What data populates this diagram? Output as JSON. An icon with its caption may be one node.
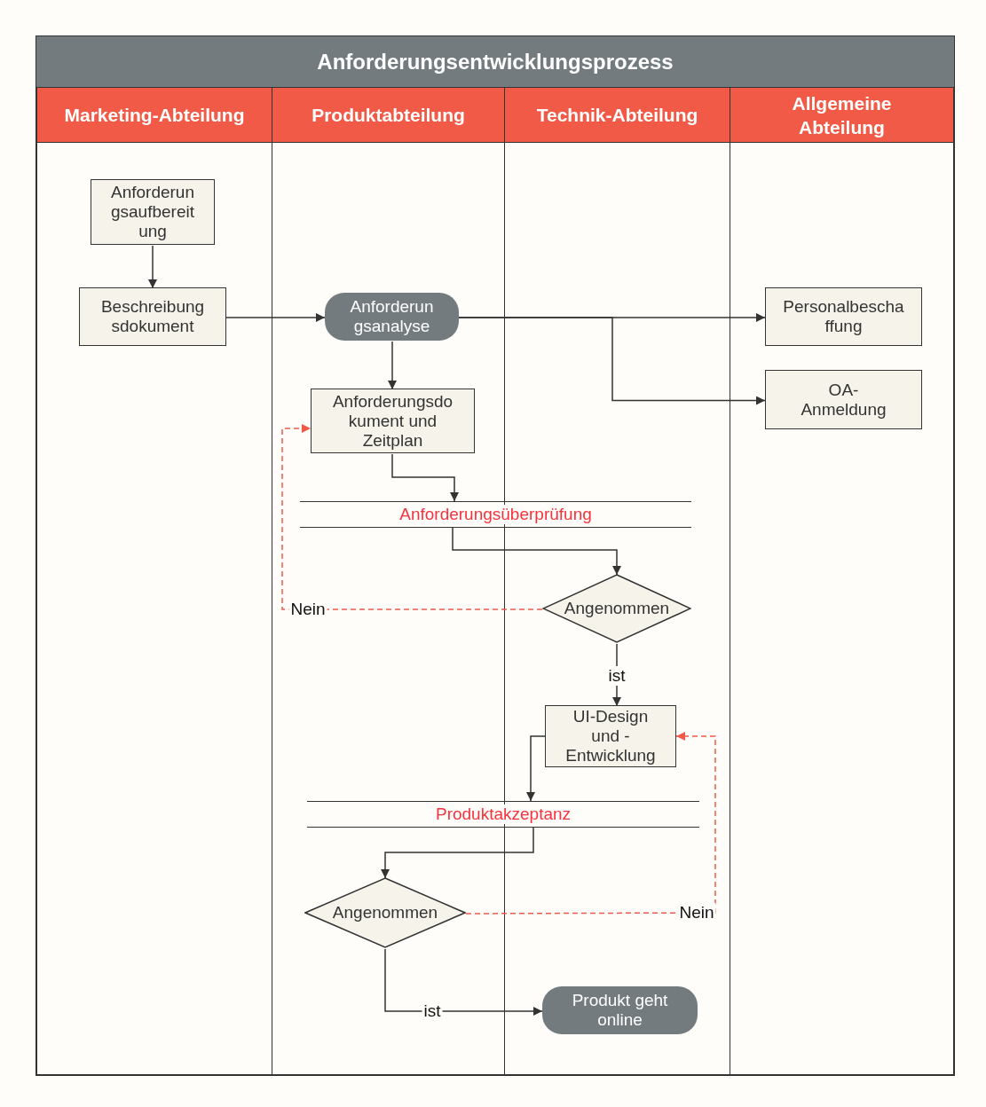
{
  "diagram": {
    "nodes": [
      {
        "text": [
          "Anforderungsentwicklungsprozess"
        ]
      },
      {
        "text": [
          "Marketing-Abteilung"
        ],
        "in": 0
      },
      {
        "text": [
          "Produktabteilung"
        ],
        "in": 0
      },
      {
        "text": [
          "Technik-Abteilung"
        ],
        "in": 0
      },
      {
        "text": [
          "Allgemeine Abteilung"
        ],
        "in": 0
      },
      {
        "text": [
          "Anforderungsaufbereitung"
        ],
        "in": 1
      },
      {
        "text": [
          "Beschreibungsdokument"
        ],
        "in": 1
      },
      {
        "text": [
          "Anforderungsanalyse"
        ],
        "in": 2
      },
      {
        "text": [
          "Personalbeschaffung"
        ],
        "in": 4
      },
      {
        "text": [
          "OA-Anmeldung"
        ],
        "in": 4
      },
      {
        "text": [
          "Anforderungsdokument und Zeitplan"
        ],
        "in": 2
      },
      {
        "text": [
          "Anforderungsüberprüfung"
        ],
        "in": 0
      },
      {
        "text": [
          "Angenommen"
        ],
        "in": 3
      },
      {
        "text": [
          "UI-Design und -Entwicklung"
        ],
        "in": 3
      },
      {
        "text": [
          "Produktakzeptanz"
        ],
        "in": 0
      },
      {
        "text": [
          "Angenommen"
        ],
        "in": 2
      },
      {
        "text": [
          "Produkt geht online"
        ],
        "in": 3
      }
    ],
    "edges": [
      {
        "from": 5,
        "to": 6,
        "arrow": "to"
      },
      {
        "from": 6,
        "to": 7,
        "arrow": "to"
      },
      {
        "from": 7,
        "to": 8,
        "arrow": "to"
      },
      {
        "from": 7,
        "to": 9,
        "arrow": "to"
      },
      {
        "from": 7,
        "to": 10,
        "arrow": "to"
      },
      {
        "from": 10,
        "to": 11,
        "arrow": "to"
      },
      {
        "from": 11,
        "to": 12,
        "arrow": "to"
      },
      {
        "from": 12,
        "to": 10,
        "arrow": "to",
        "label": "Nein",
        "style": "dashed",
        "color": "#f0594a"
      },
      {
        "from": 12,
        "to": 13,
        "arrow": "to",
        "label": "ist"
      },
      {
        "from": 13,
        "to": 14,
        "arrow": "to"
      },
      {
        "from": 14,
        "to": 15,
        "arrow": "to"
      },
      {
        "from": 15,
        "to": 13,
        "arrow": "to",
        "label": "Nein",
        "style": "dashed",
        "color": "#f0594a"
      },
      {
        "from": 15,
        "to": 16,
        "arrow": "to",
        "label": "ist"
      }
    ]
  }
}
